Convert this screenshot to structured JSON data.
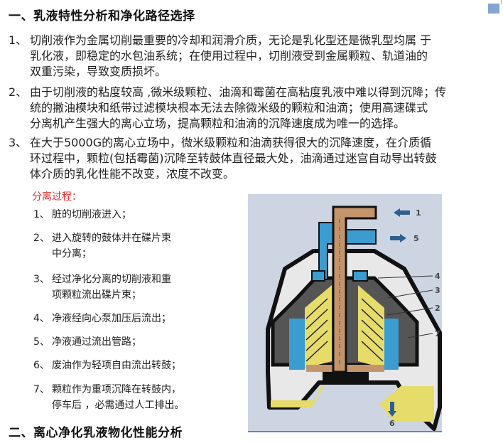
{
  "section1": {
    "title": "一、乳液特性分析和净化路径选择",
    "paragraphs": [
      {
        "num": "1、",
        "lines": [
          "切削液作为金属切削最重要的冷却和润滑介质，无论是乳化型还是微乳型均属 于",
          "乳化液，即稳定的水包油系统；在使用过程中，切削液受到金属颗粒、轨道油的",
          "双重污染，导致变质损坏。"
        ]
      },
      {
        "num": "2、",
        "lines": [
          "由于切削液的粘度较高 ,微米级颗粒、油滴和霉菌在高粘度乳液中难以得到沉降；传",
          "统的撇油模块和纸带过滤模块根本无法去除微米级的颗粒和油滴；使用高速碟式",
          "分离机产生强大的离心立场，提高颗粒和油滴的沉降速度成为唯一的选择。"
        ]
      },
      {
        "num": "3、",
        "lines": [
          "在大于5000G的离心立场中，微米级颗粒和油滴获得很大的沉降速度，在介质循",
          "环过程中，颗粒(包括霉菌)沉降至转鼓体直径最大处，油滴通过迷宫自动导出转鼓",
          "体介质的乳化性能不改变，浓度不改变。"
        ]
      }
    ]
  },
  "separation_process": {
    "title": "分离过程：",
    "steps": [
      {
        "num": "1、",
        "lines": [
          "脏的切削液进入；"
        ]
      },
      {
        "num": "2、",
        "lines": [
          "进入旋转的鼓体并在碟片束",
          "中分离；"
        ]
      },
      {
        "num": "3、",
        "lines": [
          "经过净化分离的切削液和重",
          "项颗粒流出碟片束；"
        ]
      },
      {
        "num": "4、",
        "lines": [
          "净液经向心泵加压后流出；"
        ]
      },
      {
        "num": "5、",
        "lines": [
          "净液通过流出管路；"
        ]
      },
      {
        "num": "6、",
        "lines": [
          "废油作为轻项自由流出转鼓；"
        ]
      },
      {
        "num": "7、",
        "lines": [
          "颗粒作为重项沉降在转鼓内，",
          "停车后  ，必需通过人工排出。"
        ]
      }
    ]
  },
  "diagram": {
    "labels": [
      "1",
      "5",
      "4",
      "3",
      "2",
      "7",
      "6"
    ],
    "colors": {
      "background": "#cdd5e3",
      "inlet_pipe": "#c4956a",
      "clean_liquid": "#3a9ccf",
      "disc_stack": "#e6dc6a",
      "housing": "#111111",
      "housing_fill": "#e8e8e8",
      "arrow": "#2d5f8f"
    }
  },
  "section2": {
    "title": "二、离心净化乳液物化性能分析"
  }
}
